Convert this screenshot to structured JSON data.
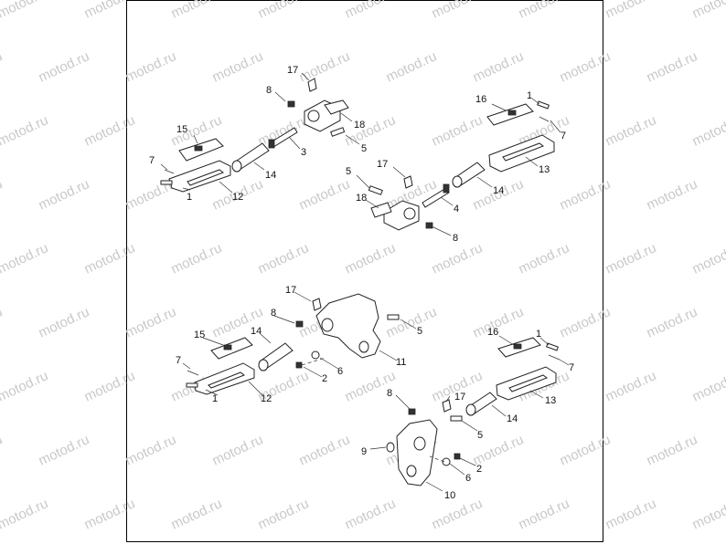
{
  "watermark": "motod.ru",
  "callouts": [
    "1",
    "2",
    "3",
    "4",
    "5",
    "6",
    "7",
    "8",
    "9",
    "10",
    "11",
    "12",
    "13",
    "14",
    "15",
    "16",
    "17",
    "18"
  ]
}
